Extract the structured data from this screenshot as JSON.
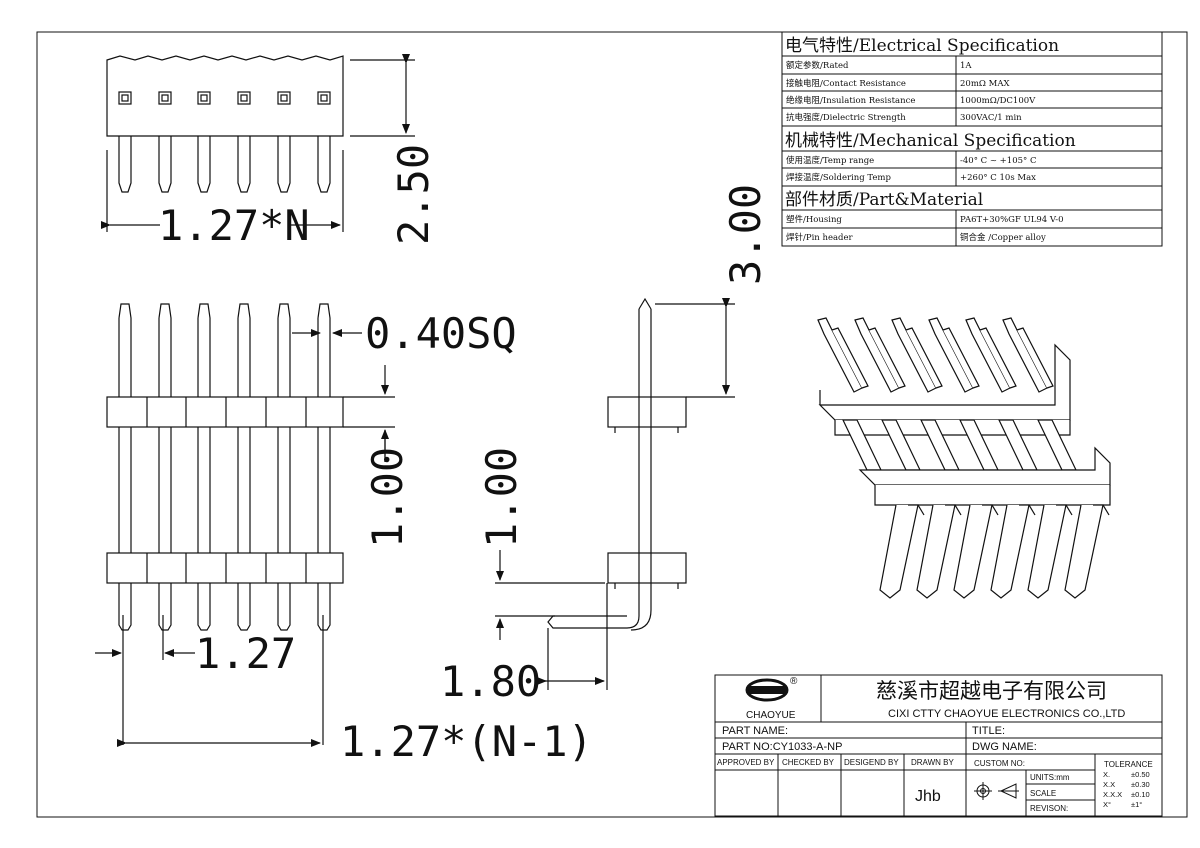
{
  "dimensions": {
    "pitch_n": "1.27*N",
    "height_top": "2.50",
    "pin_sq": "0.40SQ",
    "spacing_front": "1.00",
    "pitch": "1.27",
    "pitch_n_minus_1": "1.27*(N-1)",
    "side_top": "3.00",
    "side_mid": "1.00",
    "side_bottom": "1.80"
  },
  "spec_table": {
    "sections": [
      {
        "heading": "电气特性/Electrical Specification",
        "rows": [
          {
            "label": "额定参数/Rated",
            "value": "1A"
          },
          {
            "label": "接触电阻/Contact Resistance",
            "value": "20mΩ MAX"
          },
          {
            "label": "绝缘电阻/Insulation Resistance",
            "value": "1000mΩ/DC100V"
          },
          {
            "label": "抗电强度/Dielectric Strength",
            "value": "300VAC/1 min"
          }
        ]
      },
      {
        "heading": "机械特性/Mechanical Specification",
        "rows": [
          {
            "label": "使用温度/Temp range",
            "value": "-40° C ~ +105° C"
          },
          {
            "label": "焊接温度/Soldering Temp",
            "value": "+260° C  10s Max"
          }
        ]
      },
      {
        "heading": "部件材质/Part&Material",
        "rows": [
          {
            "label": "塑件/Housing",
            "value": "PA6T+30%GF  UL94  V-0"
          },
          {
            "label": "焊针/Pin header",
            "value": "铜合金 /Copper alloy"
          }
        ]
      }
    ]
  },
  "title_block": {
    "logo_text": "CHAOYUE",
    "logo_mark": "®",
    "company_cn": "慈溪市超越电子有限公司",
    "company_en": "CIXI CTTY CHAOYUE ELECTRONICS CO.,LTD",
    "part_name_label": "PART NAME:",
    "title_label": "TITLE:",
    "part_no_label": "PART NO:CY1033-A-NP",
    "dwg_name_label": "DWG NAME:",
    "approved_by": "APPROVED BY",
    "checked_by": "CHECKED BY",
    "designed_by": "DESIGEND BY",
    "drawn_by": "DRAWN BY",
    "drawn_by_value": "Jhb",
    "custom_no": "CUSTOM NO:",
    "units": "UNITS:mm",
    "scale": "SCALE",
    "revison": "REVISON:",
    "tolerance_label": "TOLERANCE",
    "tolerance_rows": [
      {
        "k": "X.",
        "v": "±0.50"
      },
      {
        "k": "X.X",
        "v": "±0.30"
      },
      {
        "k": "X.X.X",
        "v": "±0.10"
      },
      {
        "k": "X°",
        "v": "±1°"
      }
    ]
  }
}
